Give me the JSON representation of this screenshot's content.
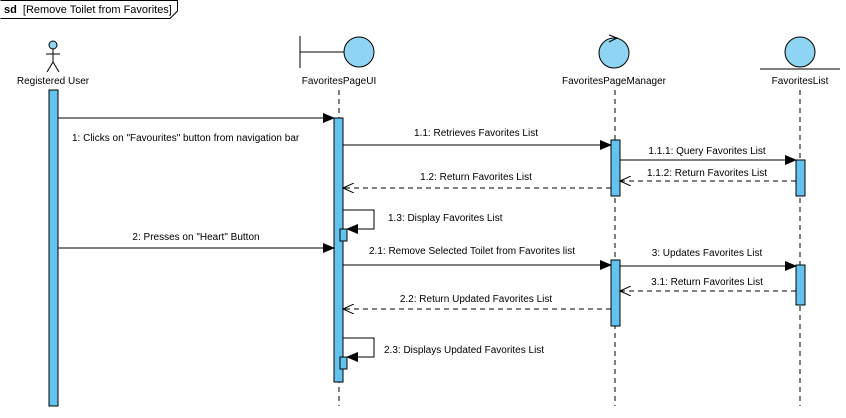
{
  "frame": {
    "keyword": "sd",
    "title": "[Remove Toilet from Favorites]"
  },
  "lifelines": [
    {
      "id": "user",
      "label": "Registered User",
      "stereotype": "actor"
    },
    {
      "id": "ui",
      "label": "FavoritesPageUI",
      "stereotype": "boundary"
    },
    {
      "id": "mgr",
      "label": "FavoritesPageManager",
      "stereotype": "control"
    },
    {
      "id": "list",
      "label": "FavoritesList",
      "stereotype": "entity"
    }
  ],
  "messages": [
    {
      "label": "1: Clicks on \"Favourites\" button from navigation bar",
      "from": "user",
      "to": "ui",
      "kind": "call"
    },
    {
      "label": "1.1: Retrieves Favorites List",
      "from": "ui",
      "to": "mgr",
      "kind": "call"
    },
    {
      "label": "1.1.1: Query Favorites List",
      "from": "mgr",
      "to": "list",
      "kind": "call"
    },
    {
      "label": "1.1.2: Return Favorites List",
      "from": "list",
      "to": "mgr",
      "kind": "return"
    },
    {
      "label": "1.2: Return Favorites List",
      "from": "mgr",
      "to": "ui",
      "kind": "return"
    },
    {
      "label": "1.3: Display Favorites List",
      "from": "ui",
      "to": "ui",
      "kind": "self"
    },
    {
      "label": "2: Presses on \"Heart\" Button",
      "from": "user",
      "to": "ui",
      "kind": "call"
    },
    {
      "label": "2.1: Remove Selected Toilet from Favorites list",
      "from": "ui",
      "to": "mgr",
      "kind": "call"
    },
    {
      "label": "3: Updates Favorites List",
      "from": "mgr",
      "to": "list",
      "kind": "call"
    },
    {
      "label": "3.1: Return Favorites List",
      "from": "list",
      "to": "mgr",
      "kind": "return"
    },
    {
      "label": "2.2: Return Updated Favorites List",
      "from": "mgr",
      "to": "ui",
      "kind": "return"
    },
    {
      "label": "2.3: Displays Updated Favorites List",
      "from": "ui",
      "to": "ui",
      "kind": "self"
    }
  ],
  "colors": {
    "fill": "#8fd4f2",
    "activation": "#63c3ee",
    "stroke": "#000000"
  }
}
